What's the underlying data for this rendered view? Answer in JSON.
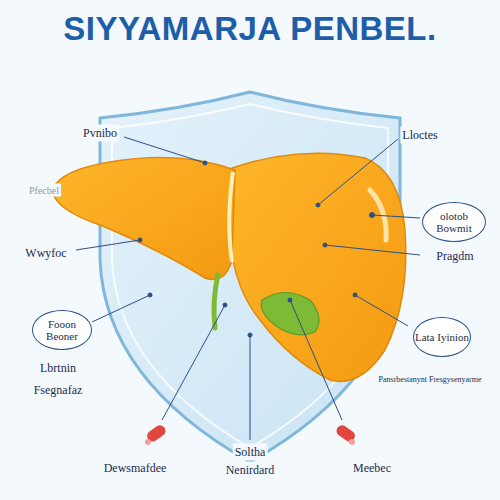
{
  "diagram": {
    "title": "SIYYAMARJA PENBEL.",
    "nodes": [
      {
        "text": [
          "olotob Bowmit"
        ]
      },
      {
        "text": [
          "Fooon Beoner"
        ]
      },
      {
        "text": [
          "Lata Iyinion"
        ]
      }
    ],
    "labels": [
      "Pvnibo",
      "Lloctes",
      "Pfecbel",
      "Wwyfoc",
      "Pragdm",
      "Lbrtnin",
      "Fsegnafaz",
      "Pansrbestanynt Fresgysenyarme",
      "Dewsmafdee",
      "Soltha",
      "Nenirdard",
      "Meebec"
    ]
  }
}
